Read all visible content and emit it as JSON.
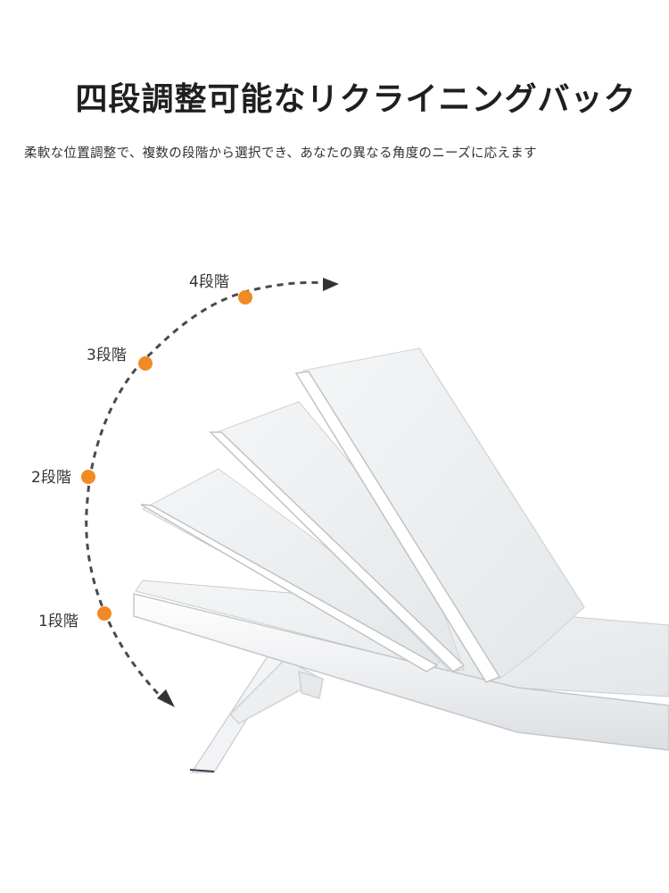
{
  "headline": "四段調整可能なリクライニングバック",
  "subline": "柔軟な位置調整で、複数の段階から選択でき、あなたの異なる角度のニーズに応えます",
  "levels": [
    {
      "label": "1段階"
    },
    {
      "label": "2段階"
    },
    {
      "label": "3段階"
    },
    {
      "label": "4段階"
    }
  ],
  "colors": {
    "accent_dot": "#f08a24",
    "arc": "#4a4a4a",
    "frame": "#ffffff",
    "mesh": "#eef0f1",
    "frame_edge": "#c9cccf",
    "text": "#2b2b2b"
  },
  "icons": {
    "arrow_up": "arrow-right-icon",
    "arrow_down": "arrow-down-icon"
  }
}
